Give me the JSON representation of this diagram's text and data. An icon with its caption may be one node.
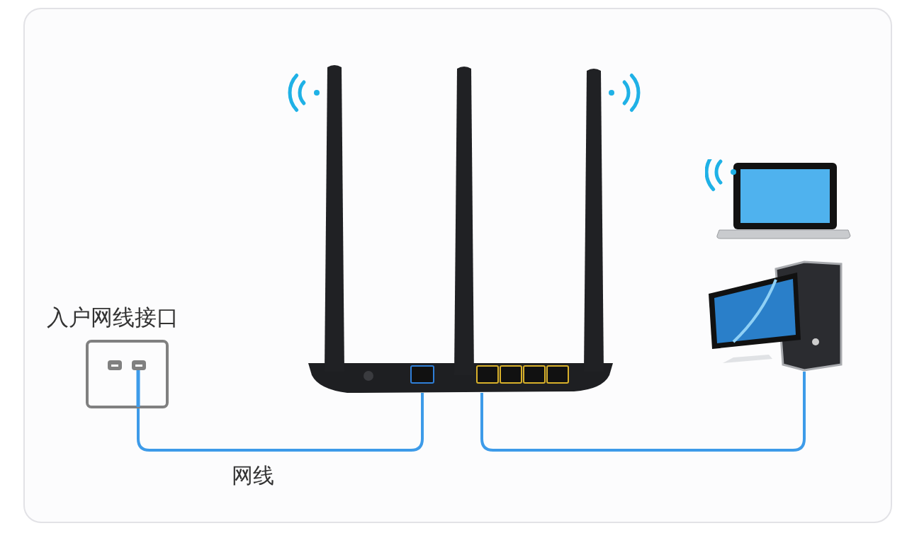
{
  "diagram": {
    "nodes": [
      {
        "text": [
          "入户网线接口"
        ]
      },
      {
        "text": [],
        "shape": "picture"
      },
      {
        "text": [],
        "shape": "picture"
      },
      {
        "text": [],
        "shape": "picture"
      }
    ],
    "edges": [
      {
        "from": 0,
        "to": 1,
        "arrow": "none",
        "label": "网线"
      },
      {
        "from": 1,
        "to": 3,
        "arrow": "none"
      }
    ]
  }
}
